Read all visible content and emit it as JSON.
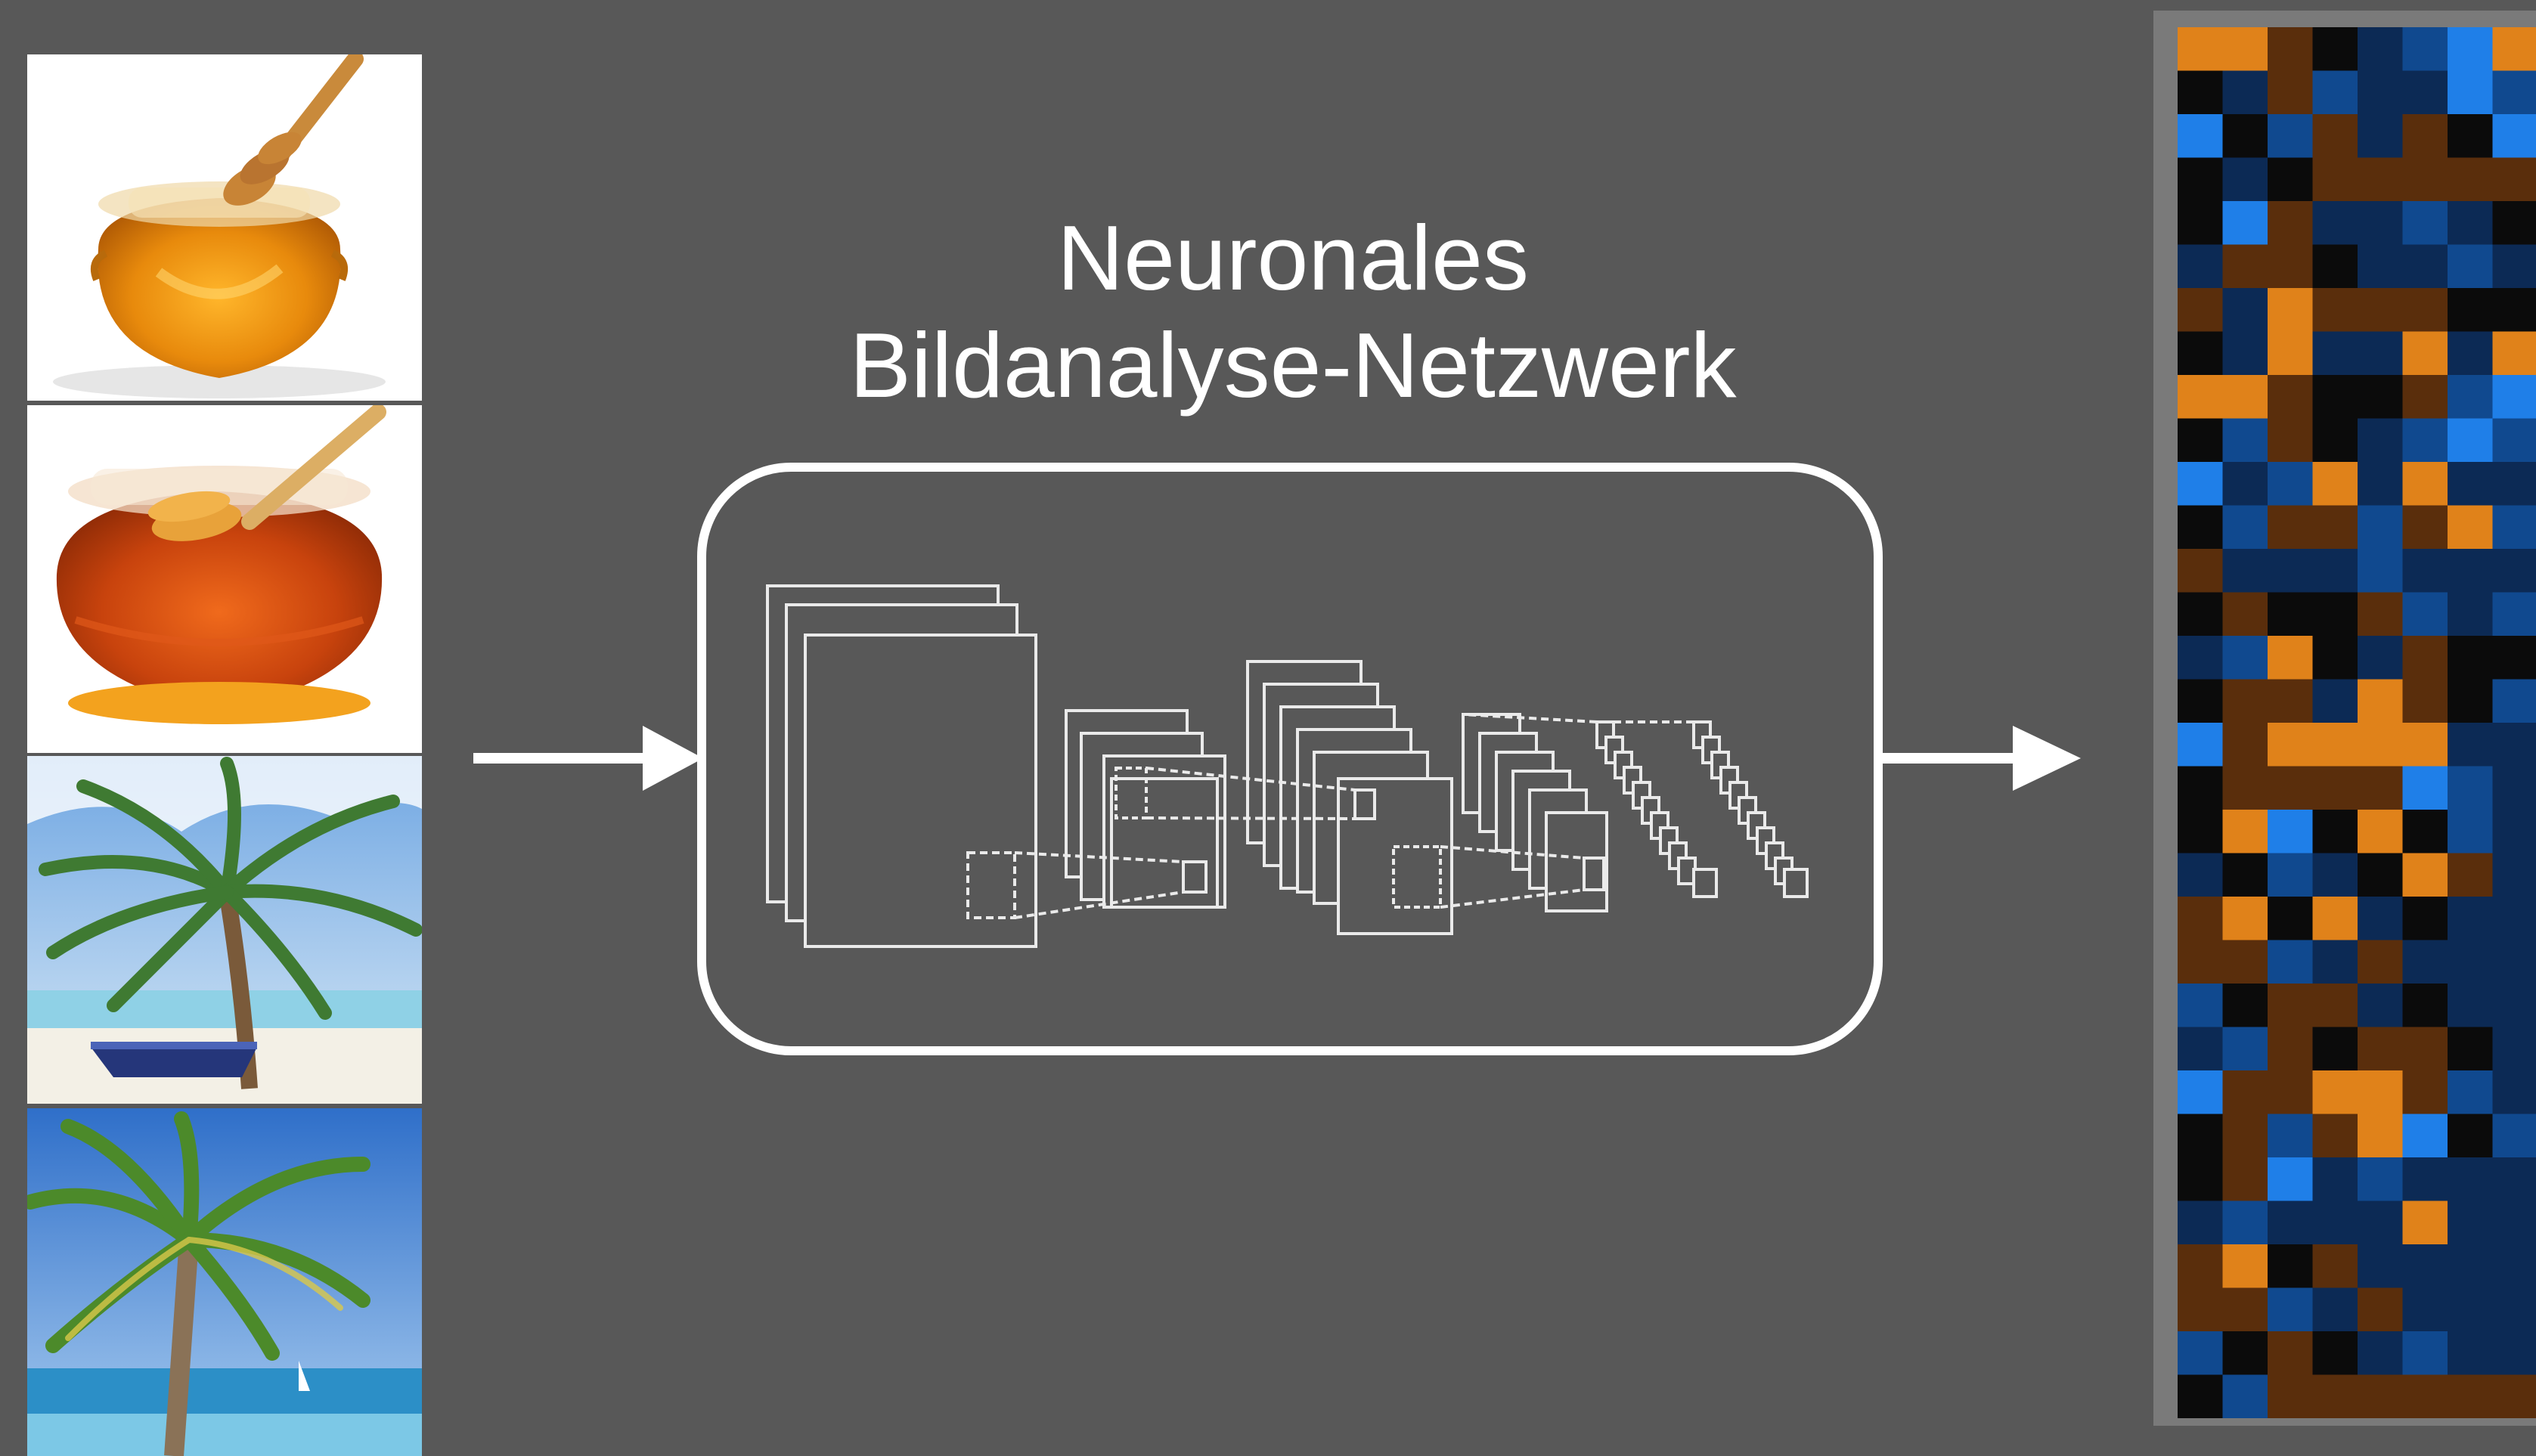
{
  "title": {
    "line1": "Neuronales",
    "line2": "Bildanalyse-Netzwerk"
  },
  "input_images": [
    {
      "name": "honey-jar-with-dipper-image",
      "subject": "honey jar"
    },
    {
      "name": "honey-jar-with-dipper-image",
      "subject": "honey jar"
    },
    {
      "name": "palm-tree-beach-image",
      "subject": "palm tree"
    },
    {
      "name": "palm-tree-beach-image",
      "subject": "palm tree"
    }
  ],
  "colors": {
    "background": "#585858",
    "foreground": "#ffffff",
    "panel_border": "#7a7a7a",
    "blue": "#1f7fe8",
    "orange": "#e0821a",
    "dark": "#0a0a0a"
  },
  "feature_vectors": [
    {
      "rows": [
        "OODKNBLO",
        "KNDBNNLB",
        "LKBDNDKL",
        "KNKDDDDD",
        "KLDNNBNK",
        "NDDKNNBN",
        "DNODDDKK",
        "KNONNONO"
      ]
    },
    {
      "rows": [
        "OODKKDBL",
        "KBDKNBLB",
        "LNBONONN",
        "KBDDBDOB",
        "DNNNBNNN",
        "KDKKDBNB",
        "NBOKNDKK",
        "KDDNODKB"
      ]
    },
    {
      "rows": [
        "LDOOOONN",
        "KDDDDLBN",
        "KOLKOKBN",
        "NKBNKODN",
        "DOKONKNN",
        "DDBNDNNN",
        "BKDDNKNN",
        "NBDKDDKN"
      ]
    },
    {
      "rows": [
        "LDDOODBN",
        "KDBDOLKB",
        "KDLNBNNN",
        "NBNNNONN",
        "DOKDNNNN",
        "DDBNDNNN",
        "BKDKNBNN",
        "KBDDDDDD"
      ]
    }
  ]
}
